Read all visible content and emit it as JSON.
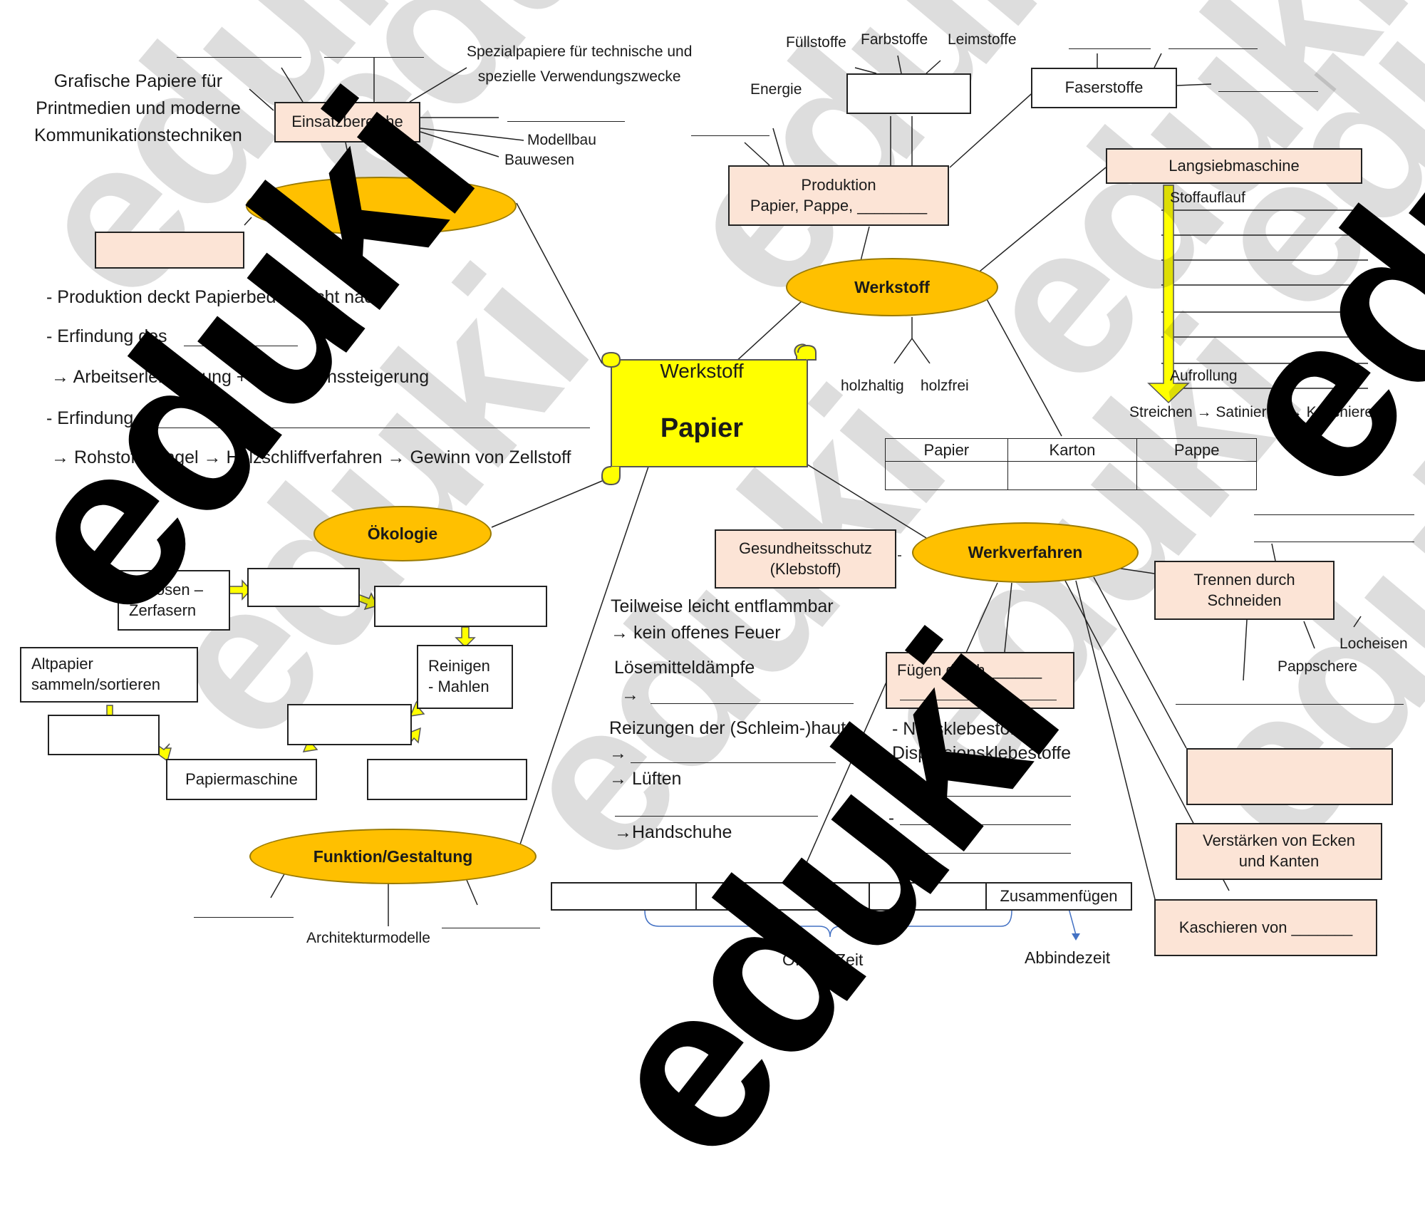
{
  "center": {
    "title": "Werkstoff",
    "main": "Papier"
  },
  "ovals": {
    "werkstoff": "Werkstoff",
    "oekologie": "Ökologie",
    "werkverfahren": "Werkverfahren",
    "funktion": "Funktion/Gestaltung"
  },
  "einsatz": {
    "box": "Einsatzbereiche",
    "grafisch": [
      "Grafische Papiere für",
      "Printmedien und moderne",
      "Kommunikationstechniken"
    ],
    "spezial": [
      "Spezialpapiere für technische und",
      "spezielle Verwendungszwecke"
    ],
    "modellbau": "Modellbau",
    "bauwesen": "Bauwesen"
  },
  "history": [
    "- Produktion deckt Papierbedarf nicht nach",
    "- Erfindung des",
    "→ Arbeitserleichterung + Produktionssteigerung",
    "- Erfindung",
    "→ Rohstoffmangel → Holzschliffverfahren → Gewinn von Zellstoff"
  ],
  "produktion": {
    "box": [
      "Produktion",
      "Papier, Pappe, ________"
    ],
    "energie": "Energie",
    "fuellstoffe": "Füllstoffe",
    "farbstoffe": "Farbstoffe",
    "leimstoffe": "Leimstoffe",
    "faserstoffe": "Faserstoffe"
  },
  "werkstoff_sub": {
    "holzhaltig": "holzhaltig",
    "holzfrei": "holzfrei"
  },
  "maschine": {
    "title": "Langsiebmaschine",
    "steps": [
      "Stoffauflauf",
      "Aufrollung"
    ],
    "bottom": "Streichen → Satinieren → Kaschieren"
  },
  "table": {
    "headers": [
      "Papier",
      "Karton",
      "Pappe"
    ]
  },
  "kreislauf": {
    "aufloesen": [
      "Auflösen –",
      "Zerfasern"
    ],
    "reinigen": [
      "Reinigen",
      "- Mahlen"
    ],
    "altpapier": [
      "Altpapier",
      "sammeln/sortieren"
    ],
    "papiermaschine": "Papiermaschine"
  },
  "funktion": {
    "architektur": "Architekturmodelle"
  },
  "gesundheit": {
    "box": [
      "Gesundheitsschutz",
      "(Klebstoff)"
    ],
    "lines": [
      "Teilweise leicht entflammbar",
      "→ kein offenes Feuer",
      "Lösemitteldämpfe",
      "→",
      "Reizungen der (Schleim-)haut",
      "→",
      "→ Lüften",
      "→Handschuhe"
    ]
  },
  "werkverfahren": {
    "fuegen": "Fügen durch ______",
    "klebstoffe": [
      "- Nassklebestoffe/",
      "Dispersionsklebestoffe"
    ],
    "trennen": [
      "Trennen durch",
      "Schneiden"
    ],
    "locheisen": "Locheisen",
    "pappschere": "Pappschere",
    "verstaerken": [
      "Verstärken von Ecken",
      "und Kanten"
    ],
    "kaschieren": "Kaschieren von _______"
  },
  "zeitleiste": {
    "zusammenfuegen": "Zusammenfügen",
    "offene_zeit": "Offene Zeit",
    "abbindezeit": "Abbindezeit"
  },
  "watermark": "eduki",
  "colors": {
    "oval": "#ffc000",
    "scroll": "#ffff00",
    "peach": "#fce4d6",
    "arrow": "#ffff00"
  }
}
